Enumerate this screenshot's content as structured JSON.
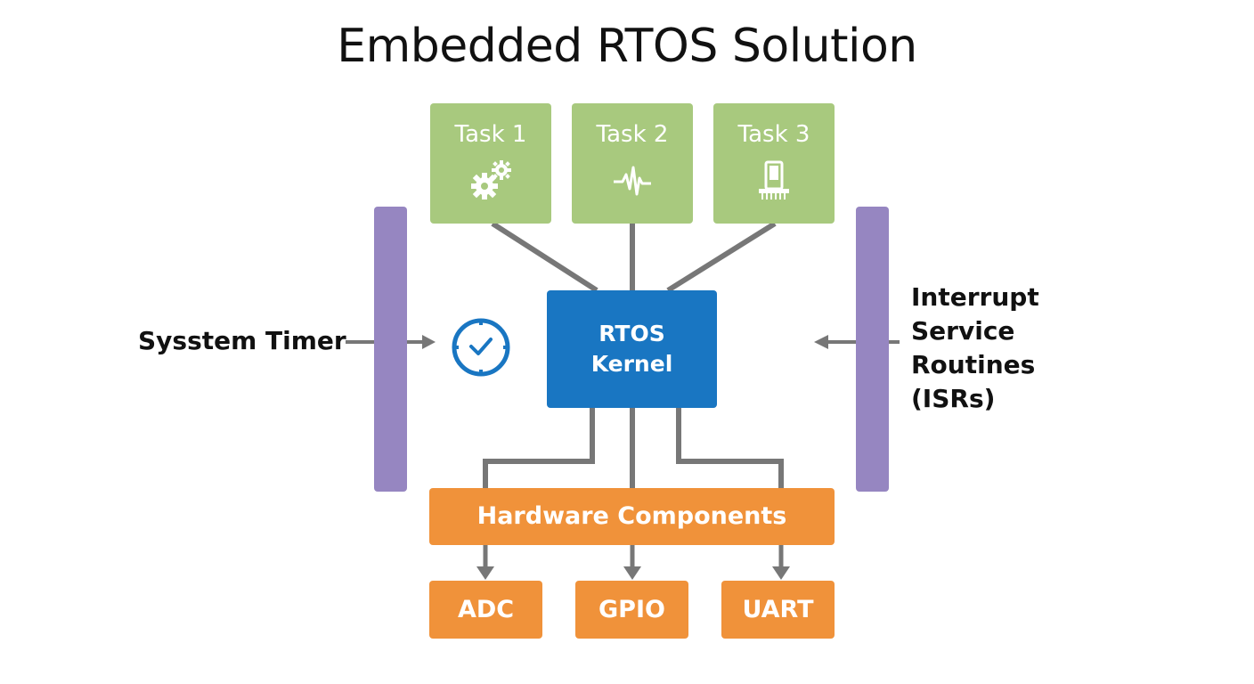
{
  "title": "Embedded RTOS Solution",
  "tasks": [
    {
      "label": "Task 1",
      "icon": "gears-icon"
    },
    {
      "label": "Task 2",
      "icon": "waveform-icon"
    },
    {
      "label": "Task 3",
      "icon": "chip-icon"
    }
  ],
  "kernel": {
    "line1": "RTOS",
    "line2": "Kernel"
  },
  "hardware": {
    "label": "Hardware Components"
  },
  "peripherals": [
    {
      "label": "ADC"
    },
    {
      "label": "GPIO"
    },
    {
      "label": "UART"
    }
  ],
  "timer": {
    "label": "Sysstem Timer",
    "icon": "clock-icon"
  },
  "isr": {
    "line1": "Interrupt",
    "line2": "Service",
    "line3": "Routines",
    "line4": "(ISRs)"
  },
  "colors": {
    "task": "#a8c97e",
    "kernel": "#1976c2",
    "hardware": "#f0923a",
    "rail": "#9686c1",
    "connector": "#777777"
  }
}
